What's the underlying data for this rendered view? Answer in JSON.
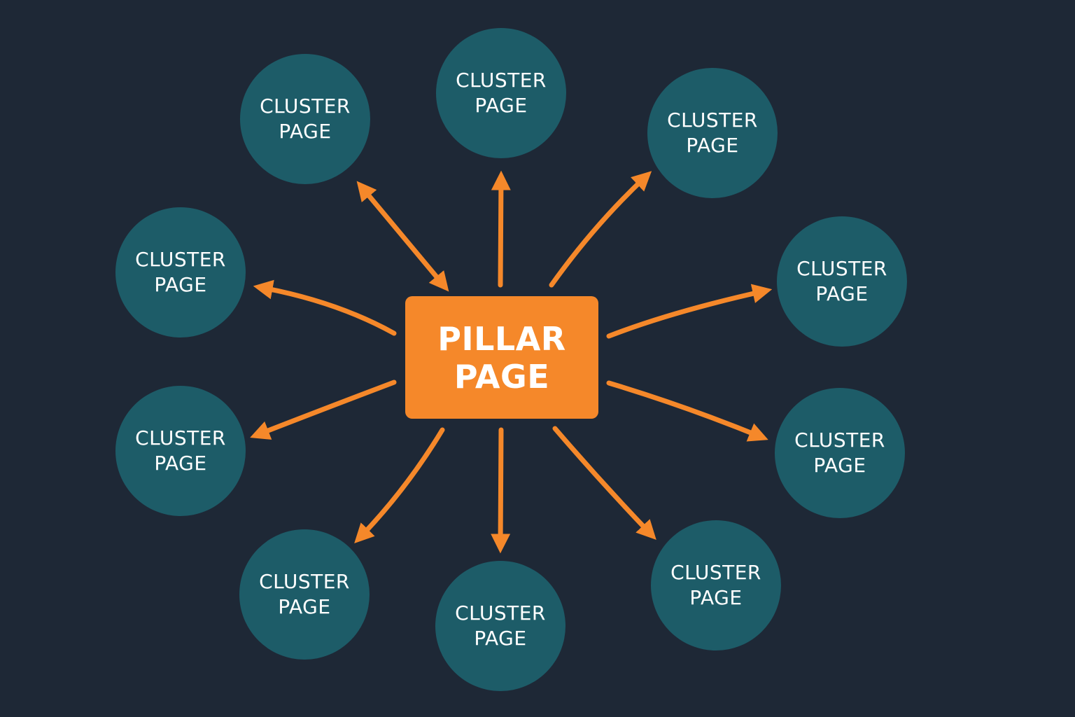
{
  "colors": {
    "background": "#1e2836",
    "pillar": "#f5882a",
    "cluster": "#1d5c68",
    "arrow": "#f5882a",
    "text": "#ffffff"
  },
  "pillar": {
    "line1": "PILLAR",
    "line2": "PAGE"
  },
  "clusters": [
    {
      "line1": "CLUSTER",
      "line2": "PAGE"
    },
    {
      "line1": "CLUSTER",
      "line2": "PAGE"
    },
    {
      "line1": "CLUSTER",
      "line2": "PAGE"
    },
    {
      "line1": "CLUSTER",
      "line2": "PAGE"
    },
    {
      "line1": "CLUSTER",
      "line2": "PAGE"
    },
    {
      "line1": "CLUSTER",
      "line2": "PAGE"
    },
    {
      "line1": "CLUSTER",
      "line2": "PAGE"
    },
    {
      "line1": "CLUSTER",
      "line2": "PAGE"
    },
    {
      "line1": "CLUSTER",
      "line2": "PAGE"
    },
    {
      "line1": "CLUSTER",
      "line2": "PAGE"
    }
  ]
}
